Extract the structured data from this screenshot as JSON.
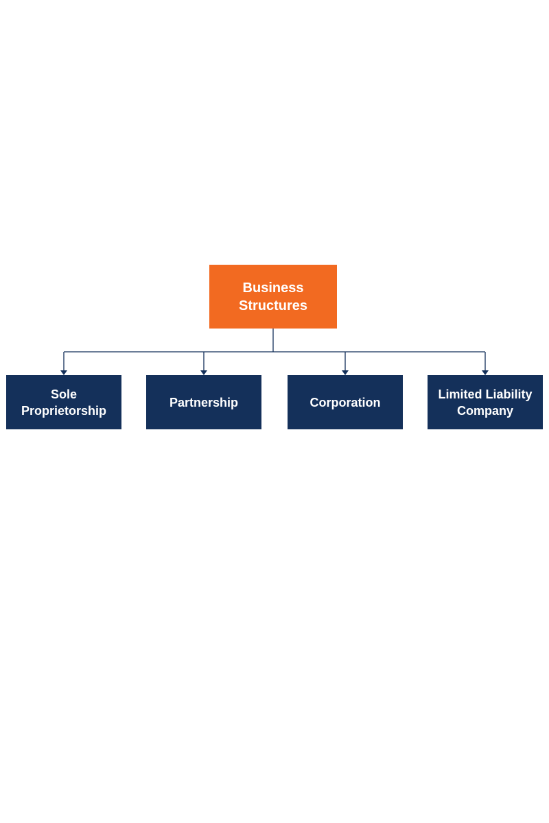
{
  "colors": {
    "root_fill": "#F26A21",
    "child_fill": "#14305A",
    "connector": "#14305A",
    "text": "#FFFFFF"
  },
  "root": {
    "line1": "Business",
    "line2": "Structures"
  },
  "children": [
    {
      "line1": "Sole",
      "line2": "Proprietorship"
    },
    {
      "line1": "Partnership",
      "line2": ""
    },
    {
      "line1": "Corporation",
      "line2": ""
    },
    {
      "line1": "Limited Liability",
      "line2": "Company"
    }
  ]
}
